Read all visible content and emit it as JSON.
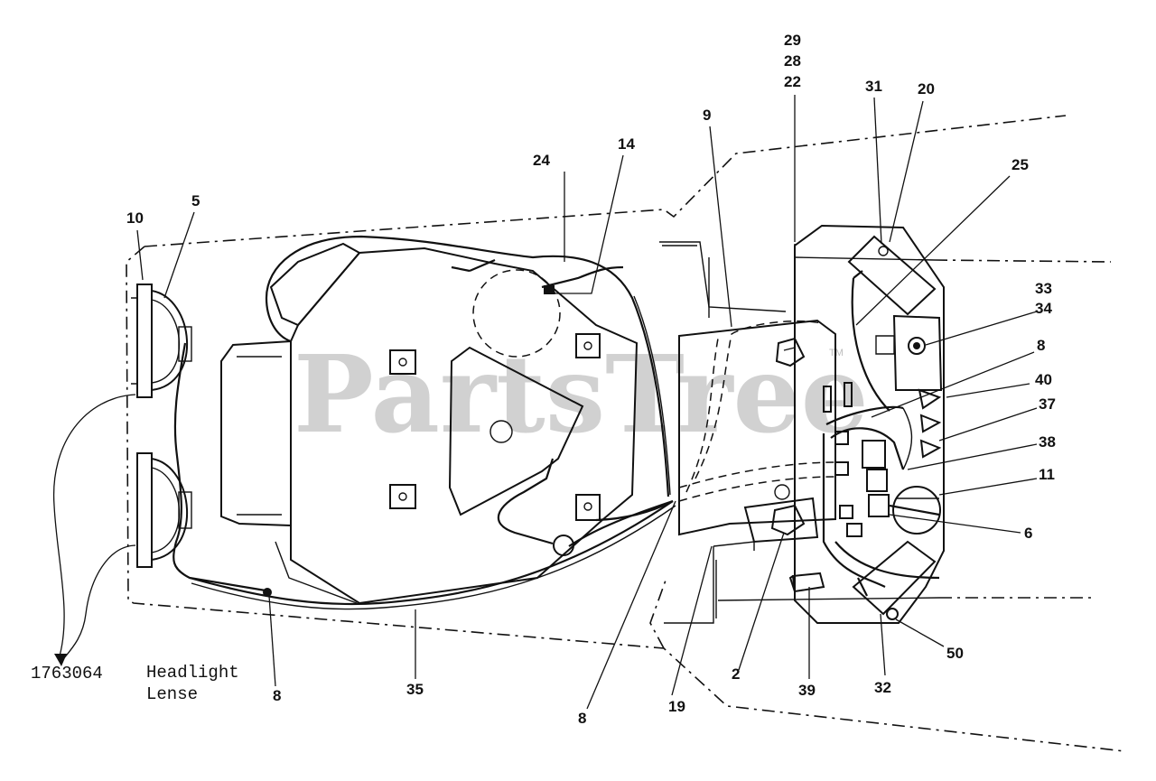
{
  "callouts": {
    "c10": "10",
    "c5": "5",
    "c24": "24",
    "c14": "14",
    "c9": "9",
    "c29": "29",
    "c28": "28",
    "c22": "22",
    "c31": "31",
    "c20": "20",
    "c25": "25",
    "c33": "33",
    "c34": "34",
    "c8a": "8",
    "c40": "40",
    "c37": "37",
    "c38": "38",
    "c11": "11",
    "c6": "6",
    "c50": "50",
    "c32": "32",
    "c39": "39",
    "c2": "2",
    "c19": "19",
    "c8b": "8",
    "c35": "35",
    "c8c": "8"
  },
  "part_number": "1763064",
  "headlight_note": {
    "line1": "Headlight",
    "line2": "Lense"
  },
  "watermark": {
    "text": "PartsTree",
    "tm": "TM"
  }
}
